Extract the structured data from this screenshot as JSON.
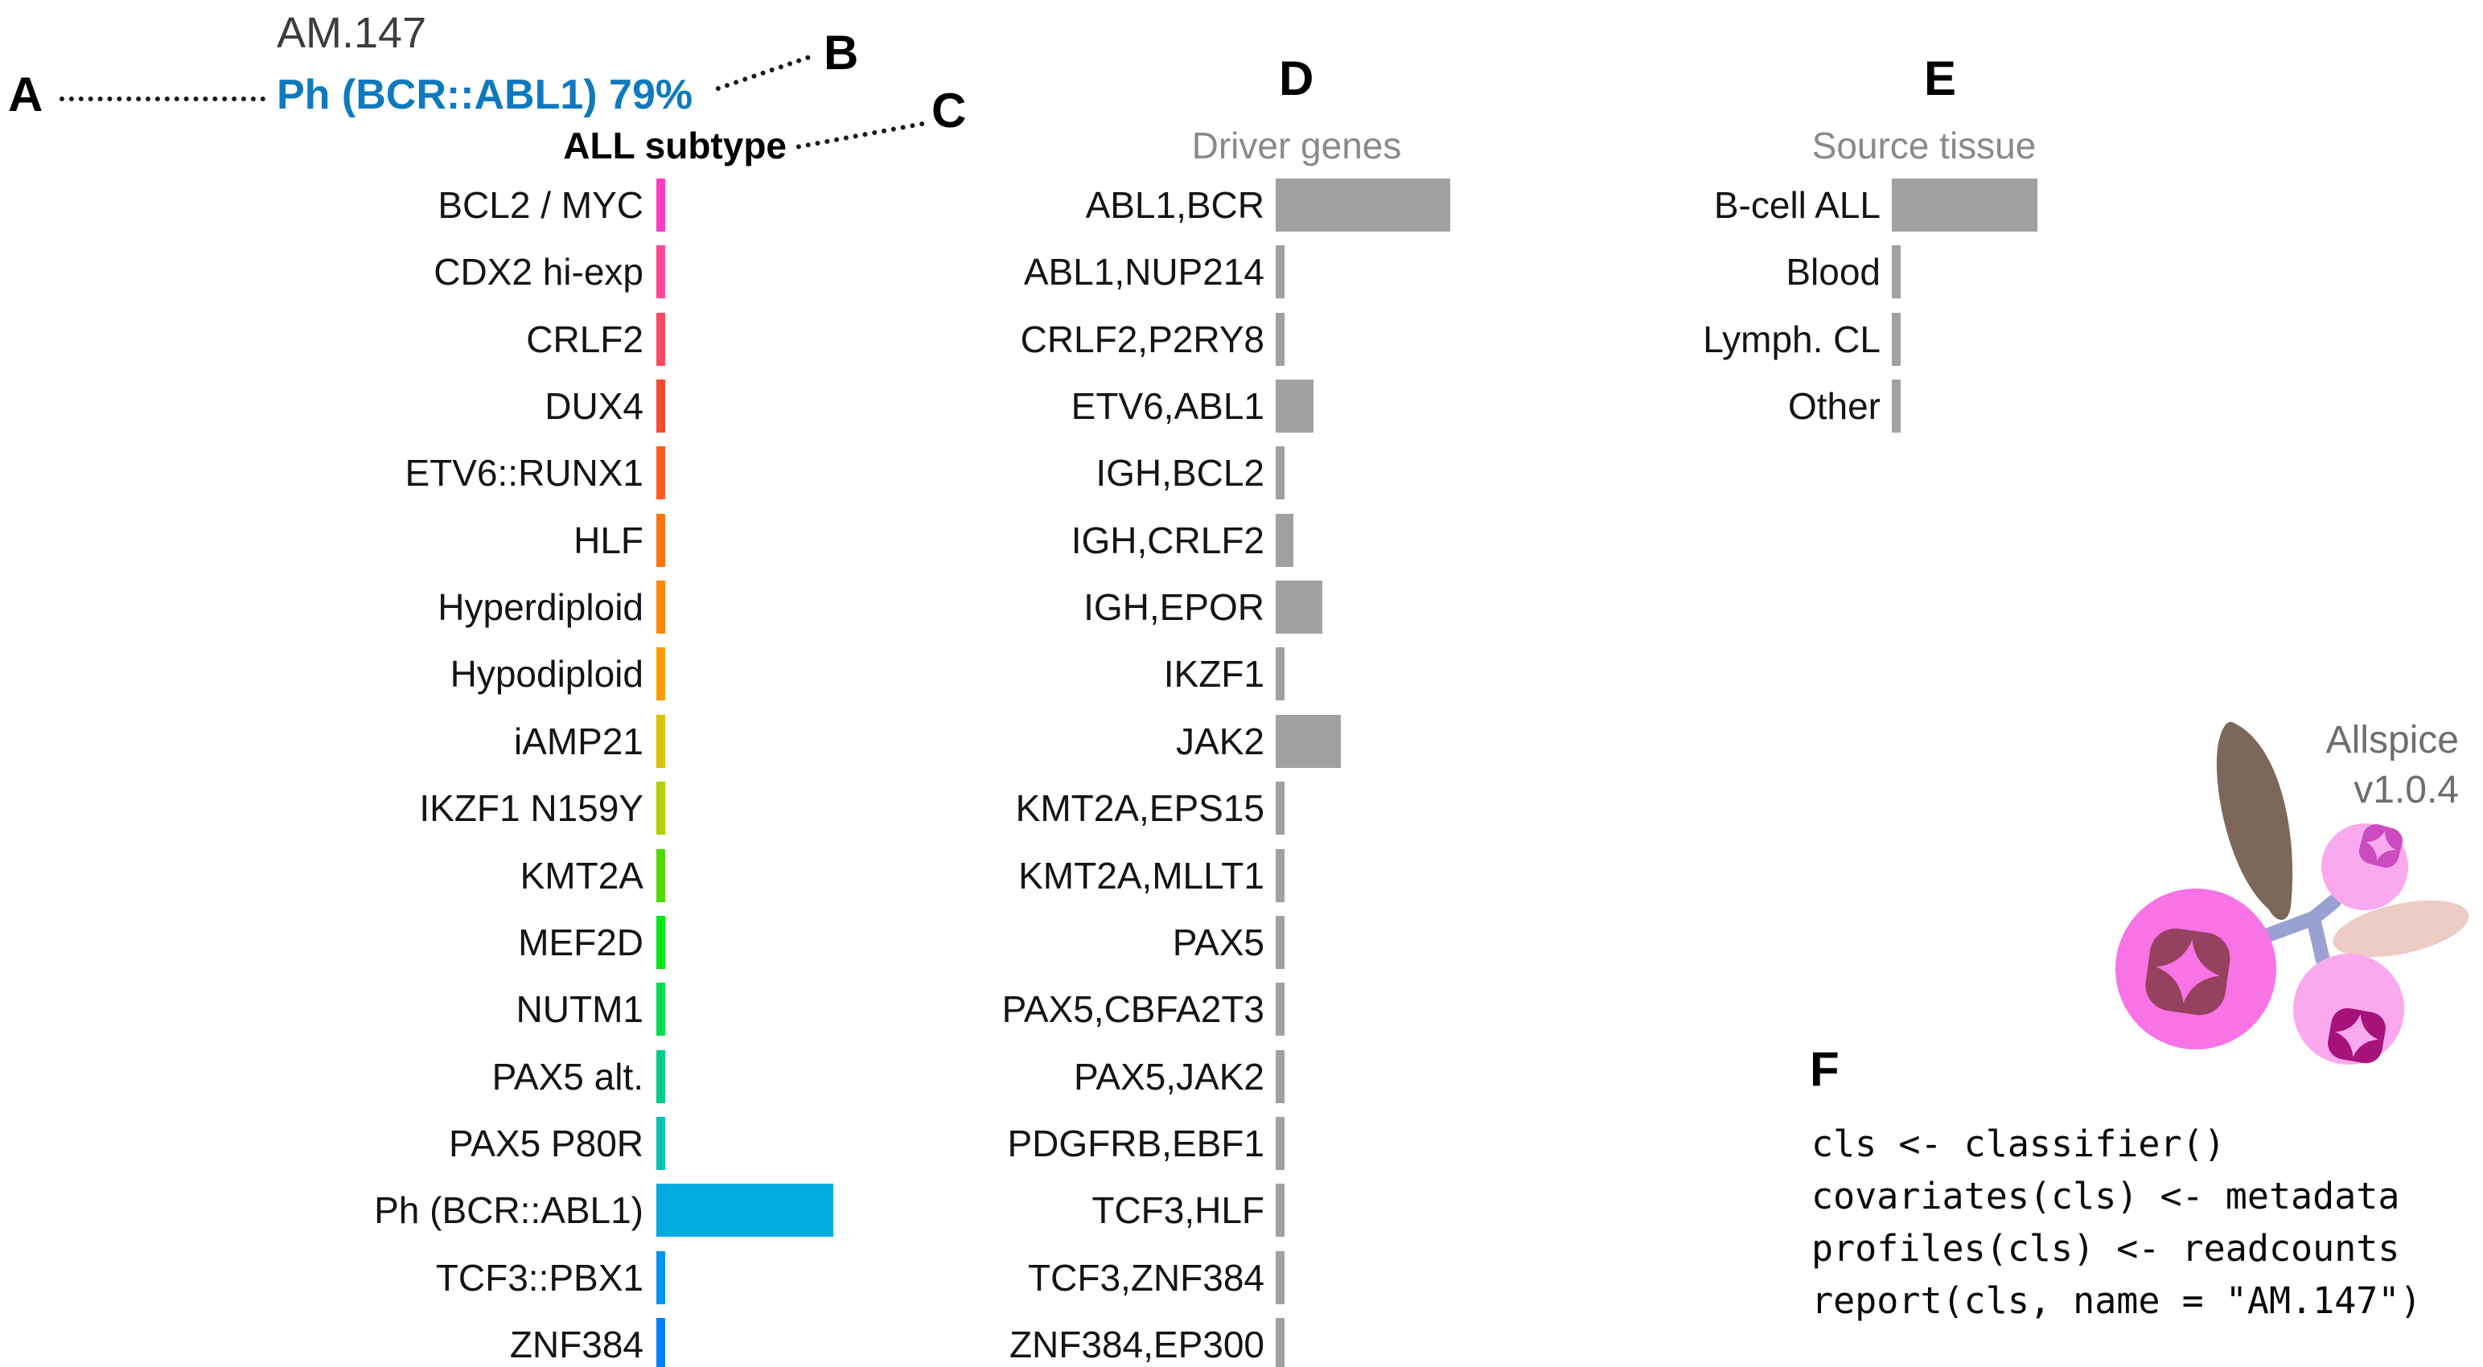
{
  "title": {
    "sample": "AM.147",
    "prediction": "Ph (BCR::ABL1) 79%",
    "prediction_color": "#0e79bf"
  },
  "panel_letters": {
    "a": "A",
    "b": "B",
    "c": "C",
    "d": "D",
    "e": "E",
    "f": "F"
  },
  "subtype_panel": {
    "header": "ALL subtype",
    "rows": [
      {
        "label": "BCL2 / MYC",
        "value": 4,
        "color": "#fa3cc3"
      },
      {
        "label": "CDX2 hi-exp",
        "value": 4,
        "color": "#fb4795"
      },
      {
        "label": "CRLF2",
        "value": 4,
        "color": "#fc4a62"
      },
      {
        "label": "DUX4",
        "value": 4,
        "color": "#fc4a32"
      },
      {
        "label": "ETV6::RUNX1",
        "value": 4,
        "color": "#fd5d20"
      },
      {
        "label": "HLF",
        "value": 4,
        "color": "#fd7413"
      },
      {
        "label": "Hyperdiploid",
        "value": 4,
        "color": "#fe8707"
      },
      {
        "label": "Hypodiploid",
        "value": 4,
        "color": "#fb9d01"
      },
      {
        "label": "iAMP21",
        "value": 4,
        "color": "#dcc203"
      },
      {
        "label": "IKZF1 N159Y",
        "value": 4,
        "color": "#b2cd01"
      },
      {
        "label": "KMT2A",
        "value": 4,
        "color": "#51d801"
      },
      {
        "label": "MEF2D",
        "value": 4,
        "color": "#01e713"
      },
      {
        "label": "NUTM1",
        "value": 4,
        "color": "#01dc4a"
      },
      {
        "label": "PAX5 alt.",
        "value": 4,
        "color": "#01cd86"
      },
      {
        "label": "PAX5 P80R",
        "value": 4,
        "color": "#02c3b8"
      },
      {
        "label": "Ph (BCR::ABL1)",
        "value": 79,
        "color": "#03abdf"
      },
      {
        "label": "TCF3::PBX1",
        "value": 4,
        "color": "#0295ec"
      },
      {
        "label": "ZNF384",
        "value": 4,
        "color": "#027ffd"
      }
    ]
  },
  "driver_panel": {
    "header": "Driver genes",
    "bar_color": "#a1a1a1",
    "rows": [
      {
        "label": "ABL1,BCR",
        "value": 78
      },
      {
        "label": "ABL1,NUP214",
        "value": 4
      },
      {
        "label": "CRLF2,P2RY8",
        "value": 4
      },
      {
        "label": "ETV6,ABL1",
        "value": 17
      },
      {
        "label": "IGH,BCL2",
        "value": 4
      },
      {
        "label": "IGH,CRLF2",
        "value": 8
      },
      {
        "label": "IGH,EPOR",
        "value": 21
      },
      {
        "label": "IKZF1",
        "value": 4
      },
      {
        "label": "JAK2",
        "value": 29
      },
      {
        "label": "KMT2A,EPS15",
        "value": 4
      },
      {
        "label": "KMT2A,MLLT1",
        "value": 4
      },
      {
        "label": "PAX5",
        "value": 4
      },
      {
        "label": "PAX5,CBFA2T3",
        "value": 4
      },
      {
        "label": "PAX5,JAK2",
        "value": 4
      },
      {
        "label": "PDGFRB,EBF1",
        "value": 4
      },
      {
        "label": "TCF3,HLF",
        "value": 4
      },
      {
        "label": "TCF3,ZNF384",
        "value": 4
      },
      {
        "label": "ZNF384,EP300",
        "value": 4
      }
    ]
  },
  "tissue_panel": {
    "header": "Source tissue",
    "bar_color": "#a1a1a1",
    "rows": [
      {
        "label": "B-cell ALL",
        "value": 65
      },
      {
        "label": "Blood",
        "value": 4
      },
      {
        "label": "Lymph. CL",
        "value": 4
      },
      {
        "label": "Other",
        "value": 4
      }
    ]
  },
  "logo": {
    "name": "Allspice",
    "version": "v1.0.4",
    "colors": {
      "leaf": "#7b685a",
      "stem": "#9aa0d2",
      "leaf_pale": "#ecccc5",
      "berry_big": "#f873e5",
      "berry_light": "#faa9ee",
      "pit_big": "#96415f",
      "pit_top": "#ca4cbf",
      "pit_bottom": "#a5137a"
    }
  },
  "code_panel": {
    "lines": [
      "cls <- classifier()",
      "covariates(cls) <- metadata",
      "profiles(cls) <- readcounts",
      "report(cls, name = \"AM.147\")"
    ]
  },
  "chart_data": [
    {
      "type": "bar",
      "orientation": "horizontal",
      "title": "ALL subtype",
      "categories": [
        "BCL2 / MYC",
        "CDX2 hi-exp",
        "CRLF2",
        "DUX4",
        "ETV6::RUNX1",
        "HLF",
        "Hyperdiploid",
        "Hypodiploid",
        "iAMP21",
        "IKZF1 N159Y",
        "KMT2A",
        "MEF2D",
        "NUTM1",
        "PAX5 alt.",
        "PAX5 P80R",
        "Ph (BCR::ABL1)",
        "TCF3::PBX1",
        "ZNF384"
      ],
      "values": [
        4,
        4,
        4,
        4,
        4,
        4,
        4,
        4,
        4,
        4,
        4,
        4,
        4,
        4,
        4,
        79,
        4,
        4
      ],
      "unit": "percent of axis, only labeled value is Ph (BCR::ABL1) = 79%",
      "xlim": [
        0,
        100
      ],
      "bar_colors": [
        "#fa3cc3",
        "#fb4795",
        "#fc4a62",
        "#fc4a32",
        "#fd5d20",
        "#fd7413",
        "#fe8707",
        "#fb9d01",
        "#dcc203",
        "#b2cd01",
        "#51d801",
        "#01e713",
        "#01dc4a",
        "#01cd86",
        "#02c3b8",
        "#03abdf",
        "#0295ec",
        "#027ffd"
      ]
    },
    {
      "type": "bar",
      "orientation": "horizontal",
      "title": "Driver genes",
      "categories": [
        "ABL1,BCR",
        "ABL1,NUP214",
        "CRLF2,P2RY8",
        "ETV6,ABL1",
        "IGH,BCL2",
        "IGH,CRLF2",
        "IGH,EPOR",
        "IKZF1",
        "JAK2",
        "KMT2A,EPS15",
        "KMT2A,MLLT1",
        "PAX5",
        "PAX5,CBFA2T3",
        "PAX5,JAK2",
        "PDGFRB,EBF1",
        "TCF3,HLF",
        "TCF3,ZNF384",
        "ZNF384,EP300"
      ],
      "values": [
        78,
        4,
        4,
        17,
        4,
        8,
        21,
        4,
        29,
        4,
        4,
        4,
        4,
        4,
        4,
        4,
        4,
        4
      ],
      "unit": "percent of axis (estimated from bar lengths)",
      "xlim": [
        0,
        100
      ],
      "bar_color": "#a1a1a1"
    },
    {
      "type": "bar",
      "orientation": "horizontal",
      "title": "Source tissue",
      "categories": [
        "B-cell ALL",
        "Blood",
        "Lymph. CL",
        "Other"
      ],
      "values": [
        65,
        4,
        4,
        4
      ],
      "unit": "percent of axis (estimated from bar lengths)",
      "xlim": [
        0,
        100
      ],
      "bar_color": "#a1a1a1"
    }
  ]
}
